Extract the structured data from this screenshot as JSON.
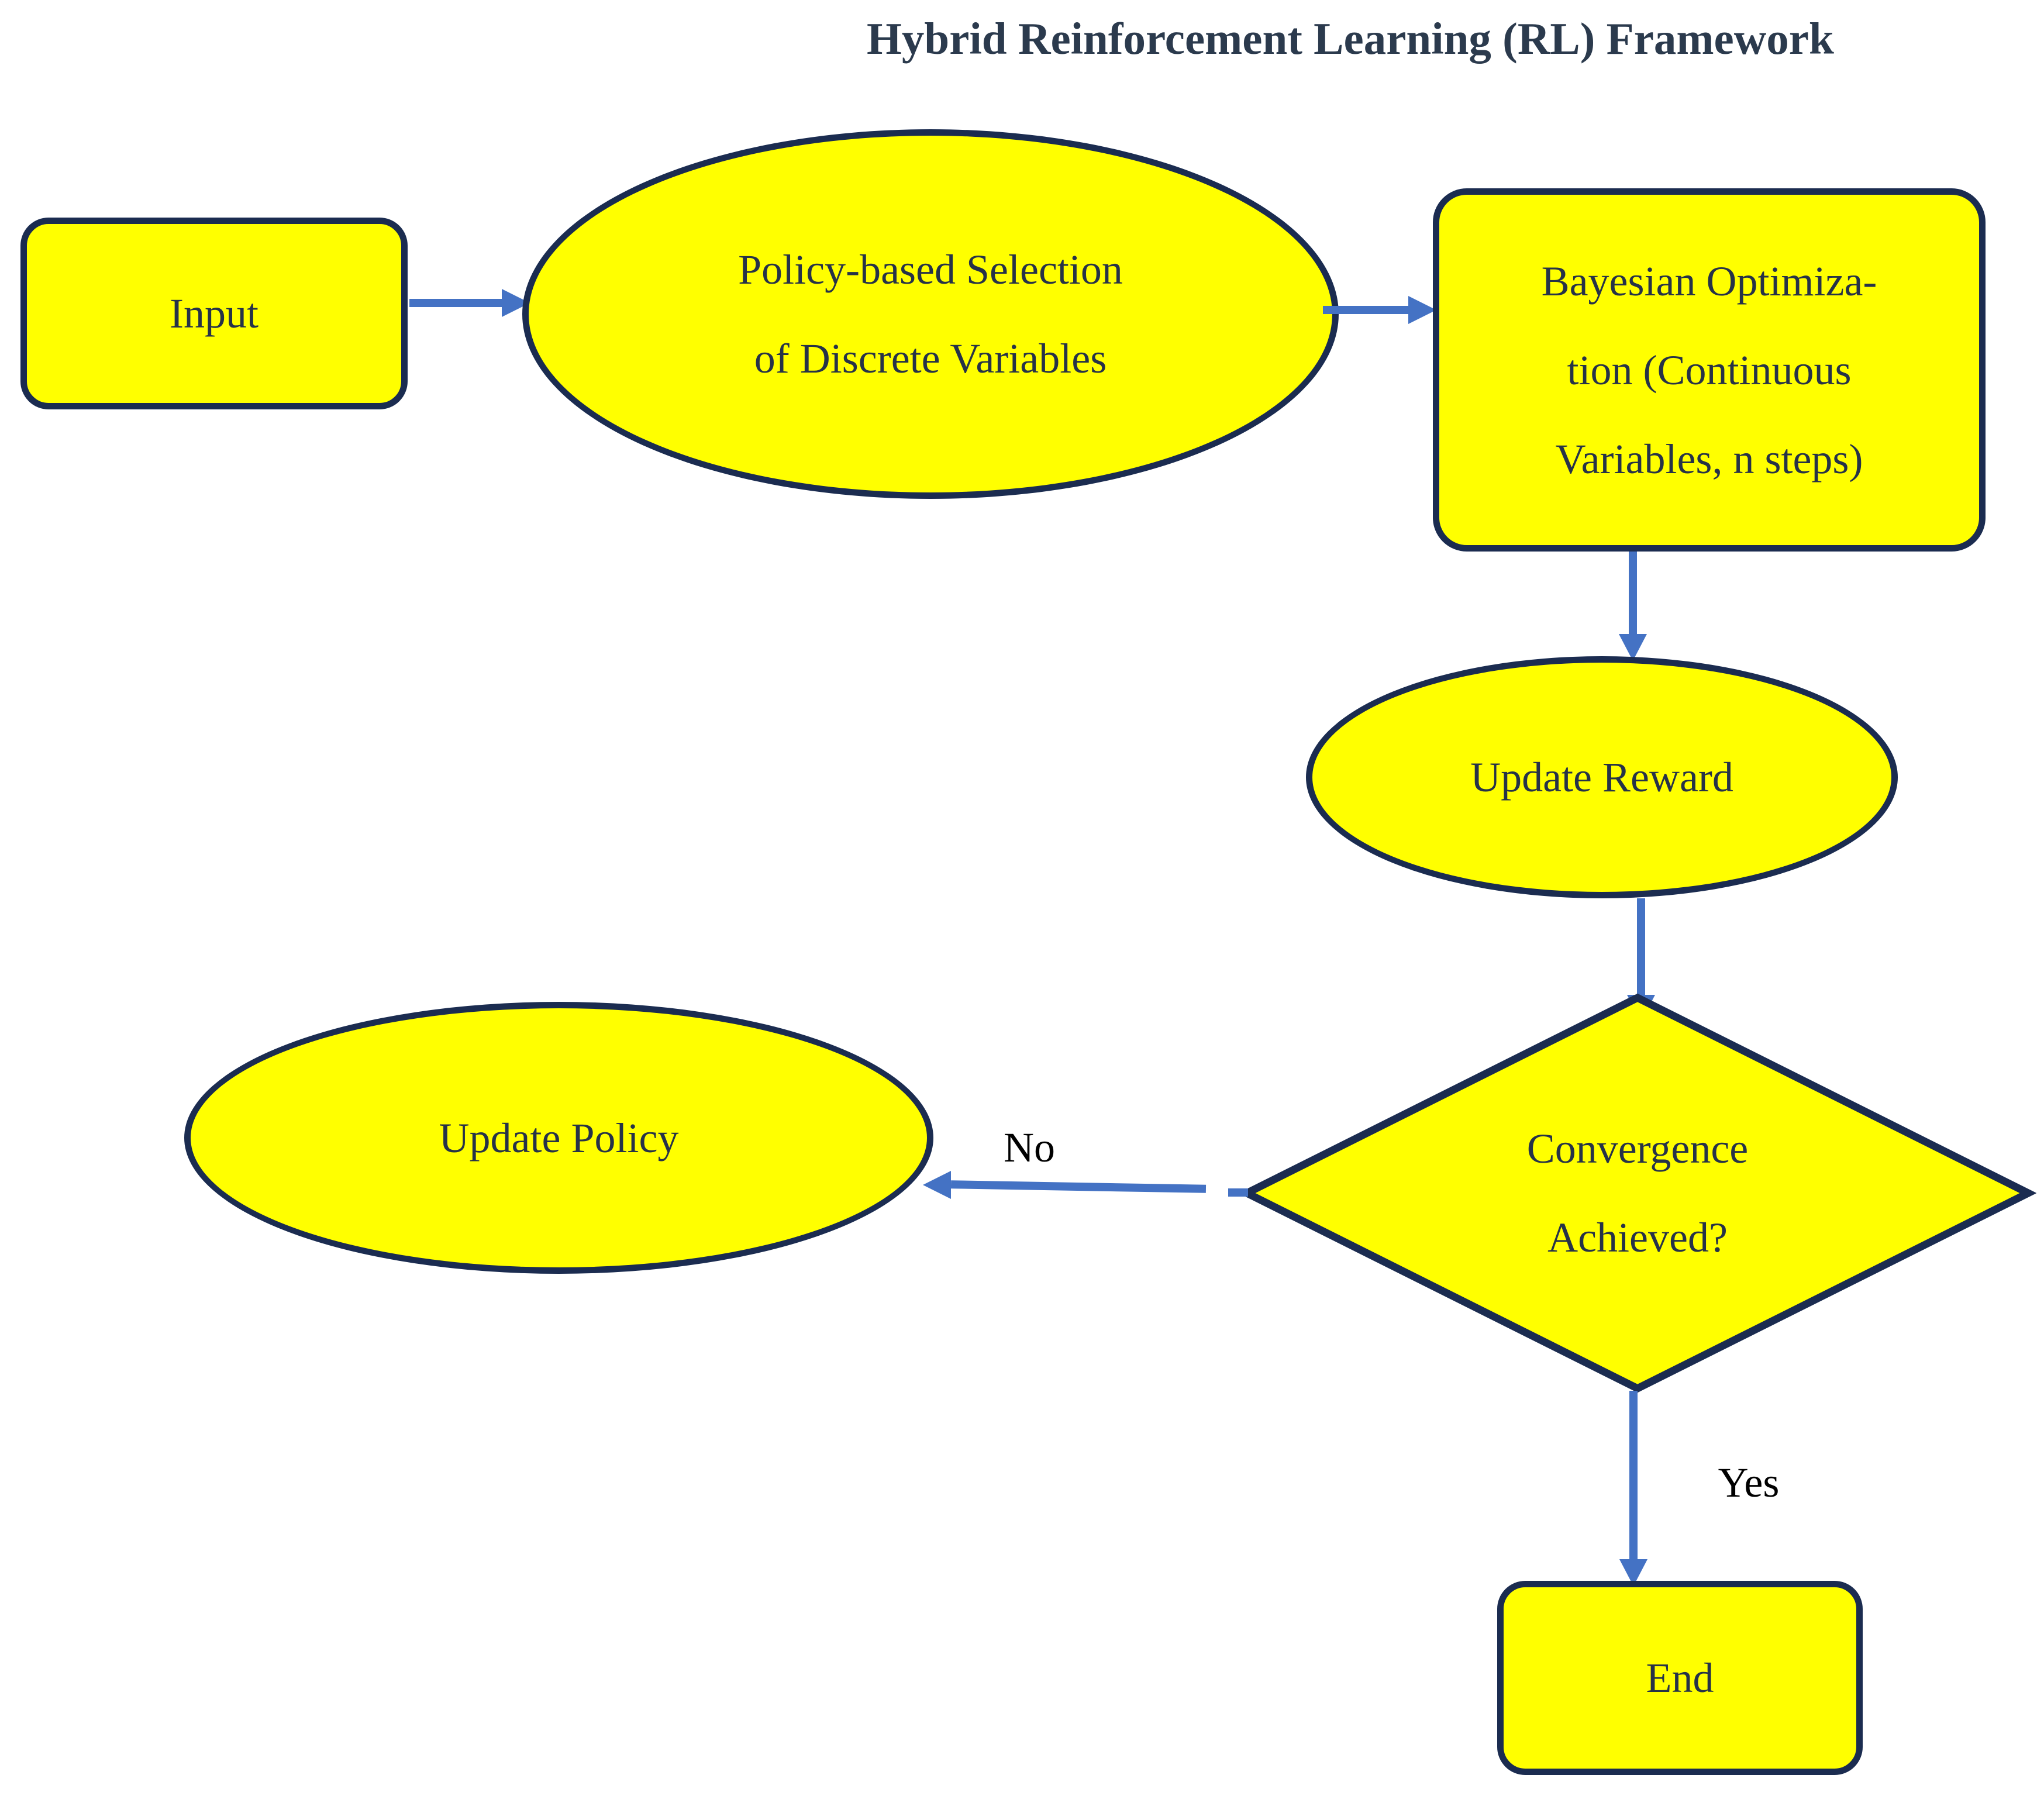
{
  "title": "Hybrid Reinforcement Learning (RL) Framework",
  "colors": {
    "shape_fill": "#ffff00",
    "shape_border": "#1b2c50",
    "arrow": "#4472c4",
    "node_text": "#263248",
    "title_text": "#2b3a4d",
    "edge_label_text": "#000000"
  },
  "nodes": {
    "input": {
      "shape": "rounded-rectangle",
      "label": "Input"
    },
    "policy_selection": {
      "shape": "ellipse",
      "line1": "Policy-based Selection",
      "line2": "of Discrete Variables"
    },
    "bayesian_optimization": {
      "shape": "rounded-rectangle",
      "line1": "Bayesian Optimiza-",
      "line2": "tion (Continuous",
      "line3": "Variables, n steps)"
    },
    "update_reward": {
      "shape": "ellipse",
      "label": "Update Reward"
    },
    "convergence_decision": {
      "shape": "diamond",
      "line1": "Convergence",
      "line2": "Achieved?"
    },
    "update_policy": {
      "shape": "ellipse",
      "label": "Update Policy"
    },
    "end": {
      "shape": "rounded-rectangle",
      "label": "End"
    }
  },
  "edges": {
    "input_to_policy_selection": "",
    "policy_selection_to_bayesian": "",
    "bayesian_to_update_reward": "",
    "update_reward_to_convergence": "",
    "no_label": "No",
    "yes_label": "Yes"
  }
}
